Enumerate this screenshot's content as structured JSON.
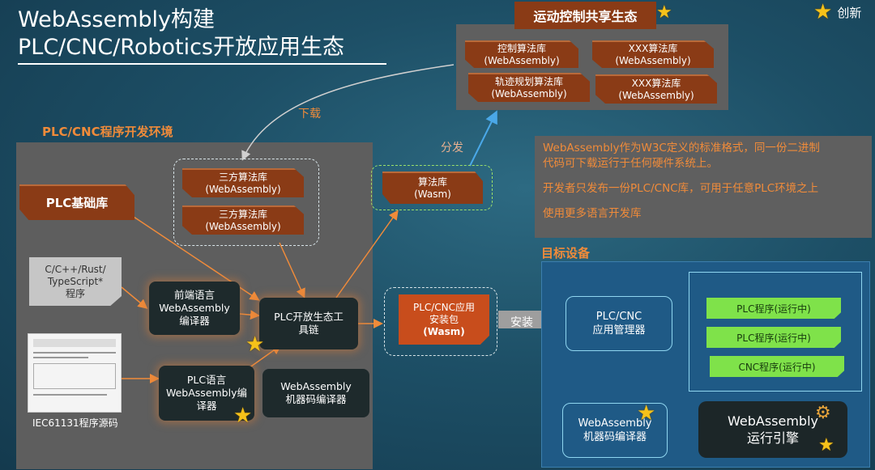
{
  "title": {
    "line1": "WebAssembly构建",
    "line2": "PLC/CNC/Robotics开放应用生态"
  },
  "innovation": {
    "label": "创新",
    "icon": "star-icon"
  },
  "top_panel": {
    "title": "运动控制共享生态",
    "libs": [
      {
        "name": "控制算法库",
        "fmt": "(WebAssembly)"
      },
      {
        "name": "XXX算法库",
        "fmt": "(WebAssembly)"
      },
      {
        "name": "轨迹规划算法库",
        "fmt": "(WebAssembly)"
      },
      {
        "name": "XXX算法库",
        "fmt": "(WebAssembly)"
      }
    ]
  },
  "arrows": {
    "download": "下载",
    "distribute": "分发",
    "install": "安装"
  },
  "dev_env": {
    "title": "PLC/CNC程序开发环境",
    "plc_base": "PLC基础库",
    "third_party": [
      {
        "name": "三方算法库",
        "fmt": "(WebAssembly)"
      },
      {
        "name": "三方算法库",
        "fmt": "(WebAssembly)"
      }
    ],
    "source_langs": [
      "C/C++/Rust/",
      "TypeScript*",
      "程序"
    ],
    "frontend_compiler": [
      "前端语言",
      "WebAssembly",
      "编译器"
    ],
    "toolchain": [
      "PLC开放生态工",
      "具链"
    ],
    "plc_compiler": [
      "PLC语言",
      "WebAssembly编",
      "译器"
    ],
    "machine_compiler": [
      "WebAssembly",
      "机器码编译器"
    ],
    "iec_caption": "IEC61131程序源码"
  },
  "algo_lib": {
    "name": "算法库",
    "fmt": "(Wasm)"
  },
  "app_package": {
    "line1": "PLC/CNC应用",
    "line2": "安装包",
    "line3": "(Wasm)"
  },
  "notes": [
    "WebAssembly作为W3C定义的标准格式，同一份二进制",
    "代码可下载运行于任何硬件系统上。",
    "开发者只发布一份PLC/CNC库，可用于任意PLC环境之上",
    "使用更多语言开发库"
  ],
  "target": {
    "title": "目标设备",
    "app_manager": [
      "PLC/CNC",
      "应用管理器"
    ],
    "machine_compiler": [
      "WebAssembly",
      "机器码编译器"
    ],
    "running": [
      "PLC程序(运行中)",
      "PLC程序(运行中)",
      "CNC程序(运行中)"
    ],
    "runtime": [
      "WebAssembly",
      "运行引擎"
    ]
  },
  "colors": {
    "brown": "#8a3b16",
    "orange": "#f08b3a",
    "green": "#7fe24a",
    "gray_panel": "#5f5f5f",
    "blue_panel": "#1f5a86"
  }
}
